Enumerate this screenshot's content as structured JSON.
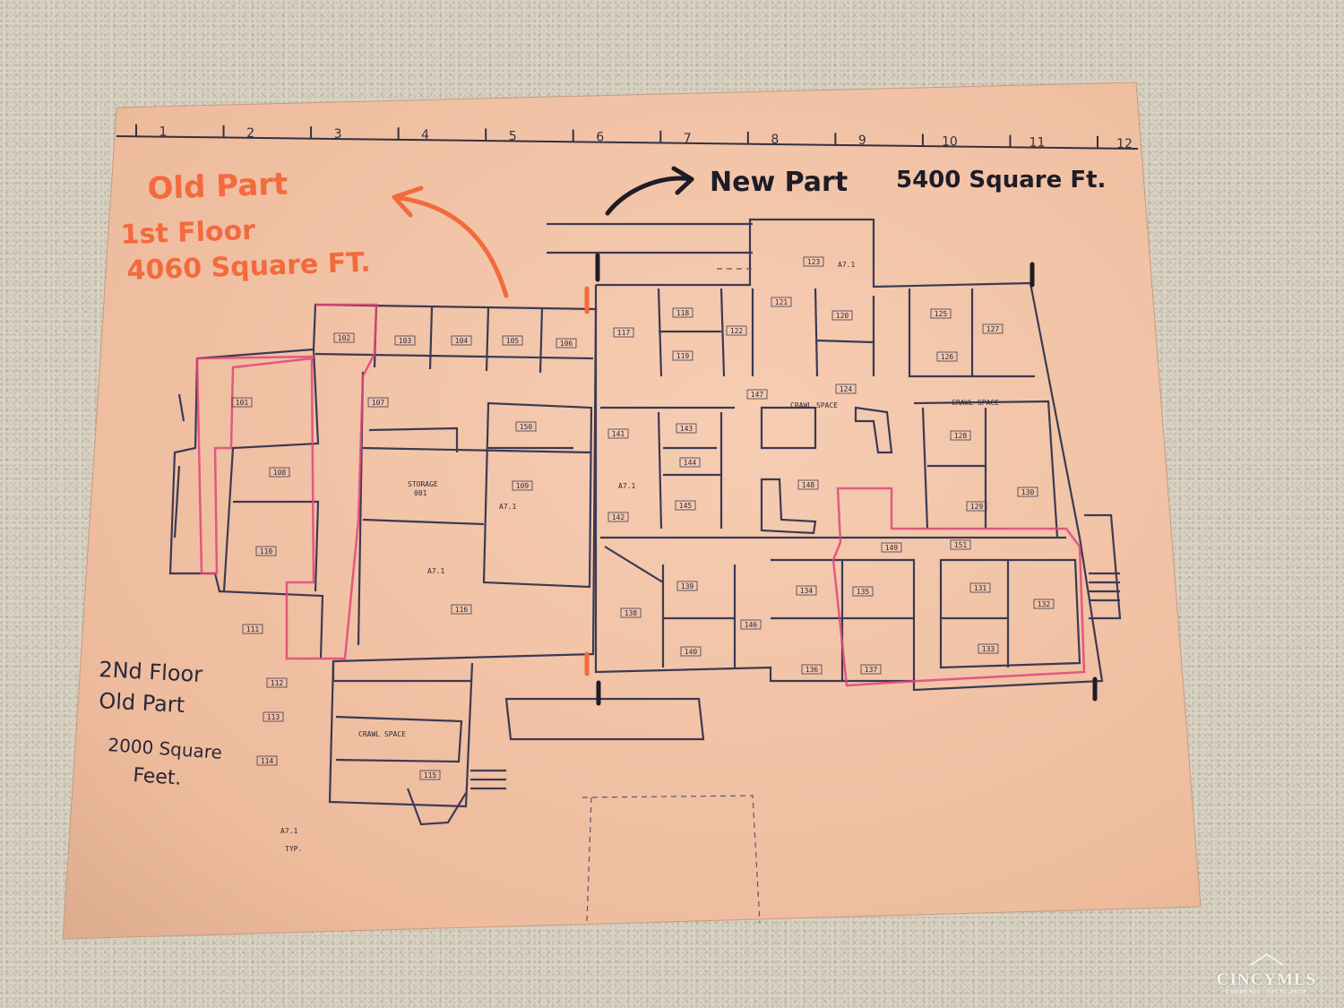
{
  "ruler": {
    "ticks": [
      "1",
      "2",
      "3",
      "4",
      "5",
      "6",
      "7",
      "8",
      "9",
      "10",
      "11",
      "12"
    ]
  },
  "annotations": {
    "old_part_line1": "Old Part",
    "old_part_line2": "1st Floor",
    "old_part_line3": "4060 Square FT.",
    "new_part": "New Part",
    "new_part_area": "5400 Square Ft.",
    "second_floor_line1": "2Nd Floor",
    "second_floor_line2": "Old Part",
    "second_floor_line3": "2000 Square",
    "second_floor_line4": "Feet."
  },
  "plan_labels": {
    "storage": "STORAGE",
    "storage_num": "001",
    "crawl_space_1": "CRAWL SPACE",
    "crawl_space_2": "CRAWL SPACE",
    "crawl_space_3": "CRAWL SPACE",
    "typ": "TYP.",
    "detail_ref": "A7.1"
  },
  "rooms": [
    "101",
    "102",
    "103",
    "104",
    "105",
    "106",
    "107",
    "108",
    "109",
    "110",
    "111",
    "112",
    "113",
    "114",
    "115",
    "116",
    "117",
    "118",
    "119",
    "120",
    "121",
    "122",
    "123",
    "124",
    "125",
    "126",
    "127",
    "128",
    "129",
    "130",
    "131",
    "132",
    "133",
    "134",
    "135",
    "136",
    "137",
    "138",
    "139",
    "140",
    "141",
    "142",
    "143",
    "144",
    "145",
    "146",
    "147",
    "148",
    "149",
    "150",
    "151"
  ],
  "watermark": {
    "brand": "CINCYMLS",
    "tag": "COMMERCE · EXCELLENCE"
  },
  "colors": {
    "paper": "#f2c4a8",
    "ink_black": "#1e1c26",
    "ink_orange": "#f26a3d",
    "ink_red": "#e0457a",
    "plan_line": "#3c3a52",
    "counter": "#d9d3c4"
  }
}
